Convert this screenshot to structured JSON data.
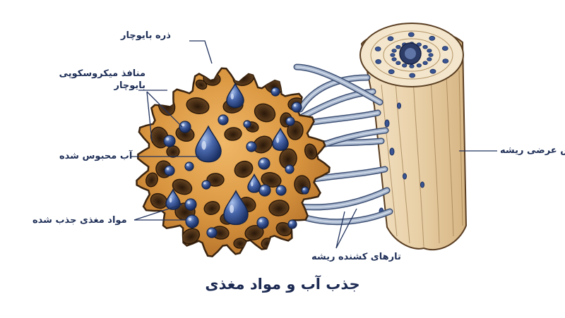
{
  "title": "جذب آب و مواد مغذی",
  "labels": {
    "biochar_particle": "ذره بایوچار",
    "micropores_line1": "منافذ میکروسکوپی",
    "micropores_line2": "بایوچار",
    "trapped_water": "آب محبوس شده",
    "absorbed_nutrients": "مواد مغذی جذب شده",
    "root_cross_section": "برش عرضی ریشه",
    "root_hairs": "تارهای کشنده ریشه"
  },
  "colors": {
    "biochar_fill": "#d9953f",
    "biochar_edge": "#3a2410",
    "pore_fill": "#5a3a1c",
    "water_blue": "#2d4a86",
    "root_fill": "#ecd6b4",
    "root_hair": "#9fb0c8",
    "label_text": "#1f2f57"
  },
  "icons": [
    "water-droplet-icon",
    "nutrient-ball-icon"
  ]
}
